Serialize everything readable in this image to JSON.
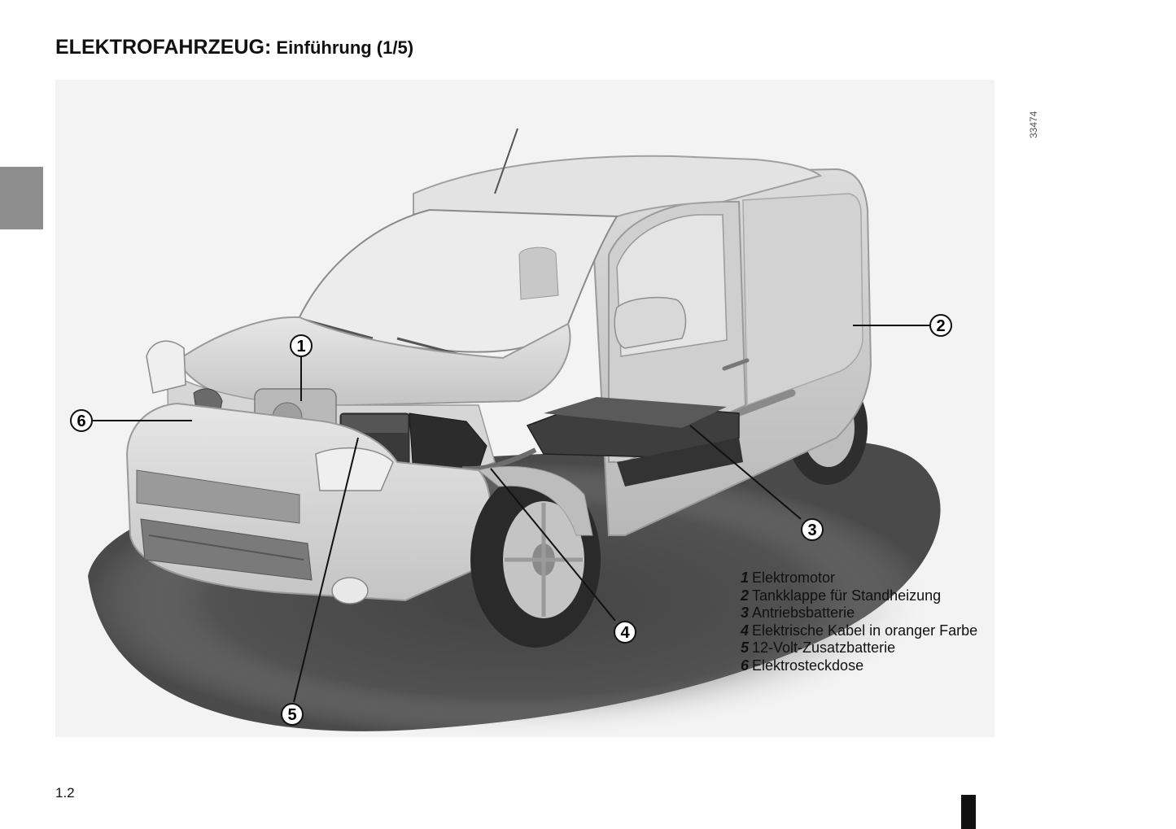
{
  "header": {
    "title_main": "ELEKTROFAHRZEUG:",
    "title_sub": " Einführung (1/5)"
  },
  "figure": {
    "image_ref": "33474",
    "callouts": [
      "1",
      "2",
      "3",
      "4",
      "5",
      "6"
    ]
  },
  "legend": [
    {
      "num": "1",
      "text": "Elektromotor"
    },
    {
      "num": "2",
      "text": "Tankklappe für Standheizung"
    },
    {
      "num": "3",
      "text": "Antriebsbatterie"
    },
    {
      "num": "4",
      "text": "Elektrische Kabel in oranger Farbe"
    },
    {
      "num": "5",
      "text": "12-Volt-Zusatzbatterie"
    },
    {
      "num": "6",
      "text": "Elektrosteckdose"
    }
  ],
  "footer": {
    "page_number": "1.2"
  }
}
